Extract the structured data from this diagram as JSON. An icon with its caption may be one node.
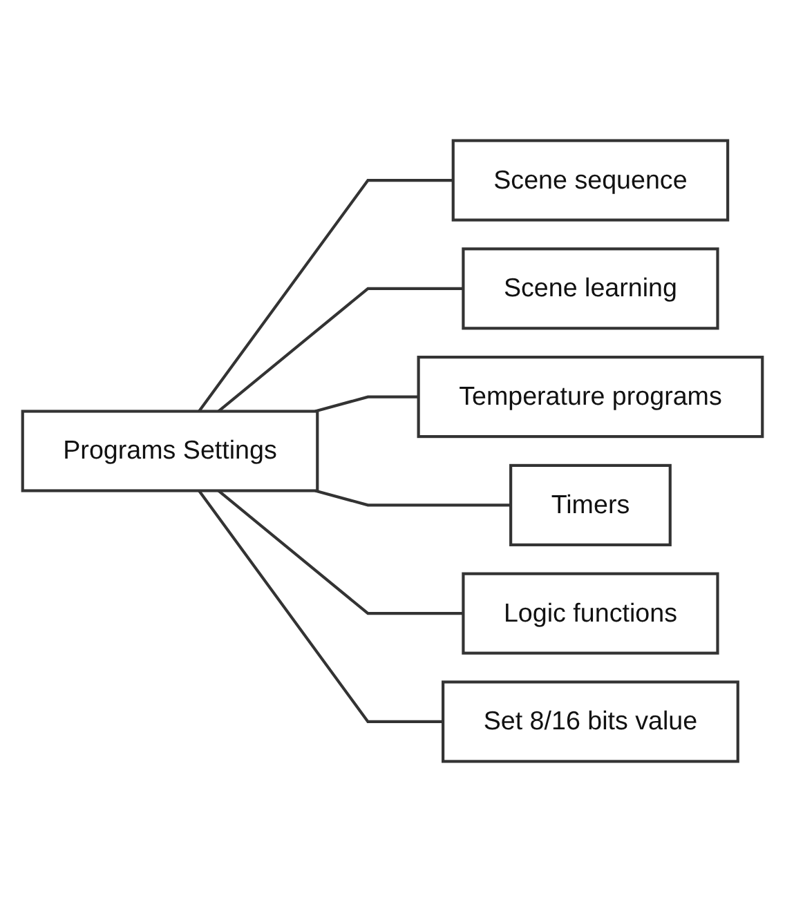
{
  "diagram": {
    "nodes": [
      {
        "text": [
          "Programs Settings"
        ]
      },
      {
        "text": [
          "Scene sequence"
        ]
      },
      {
        "text": [
          "Scene learning"
        ]
      },
      {
        "text": [
          "Temperature programs"
        ]
      },
      {
        "text": [
          "Timers"
        ]
      },
      {
        "text": [
          "Logic functions"
        ]
      },
      {
        "text": [
          "Set 8/16 bits value"
        ]
      }
    ],
    "edges": [
      {
        "from": 0,
        "to": 1,
        "arrow": "none"
      },
      {
        "from": 0,
        "to": 2,
        "arrow": "none"
      },
      {
        "from": 0,
        "to": 3,
        "arrow": "none"
      },
      {
        "from": 0,
        "to": 4,
        "arrow": "none"
      },
      {
        "from": 0,
        "to": 5,
        "arrow": "none"
      },
      {
        "from": 0,
        "to": 6,
        "arrow": "none"
      }
    ]
  }
}
